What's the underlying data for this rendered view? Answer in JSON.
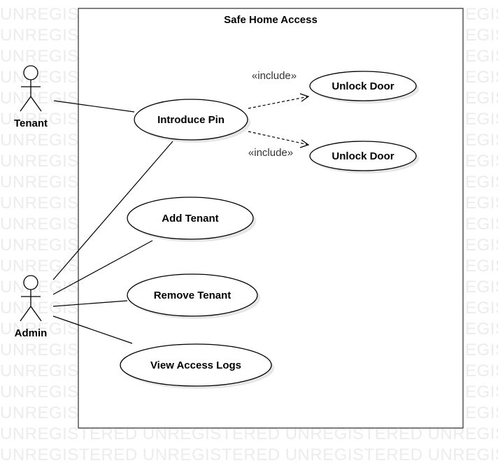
{
  "diagram": {
    "system_title": "Safe Home Access",
    "watermark": "UNREGISTERED",
    "actors": [
      {
        "id": "tenant",
        "label": "Tenant"
      },
      {
        "id": "admin",
        "label": "Admin"
      }
    ],
    "use_cases": [
      {
        "id": "introduce-pin",
        "label": "Introduce Pin"
      },
      {
        "id": "unlock-door-1",
        "label": "Unlock Door"
      },
      {
        "id": "unlock-door-2",
        "label": "Unlock Door"
      },
      {
        "id": "add-tenant",
        "label": "Add Tenant"
      },
      {
        "id": "remove-tenant",
        "label": "Remove Tenant"
      },
      {
        "id": "view-access-logs",
        "label": "View Access Logs"
      }
    ],
    "associations": [
      {
        "from": "tenant",
        "to": "introduce-pin"
      },
      {
        "from": "admin",
        "to": "introduce-pin"
      },
      {
        "from": "admin",
        "to": "add-tenant"
      },
      {
        "from": "admin",
        "to": "remove-tenant"
      },
      {
        "from": "admin",
        "to": "view-access-logs"
      }
    ],
    "includes": [
      {
        "from": "introduce-pin",
        "to": "unlock-door-1",
        "label": "«include»"
      },
      {
        "from": "introduce-pin",
        "to": "unlock-door-2",
        "label": "«include»"
      }
    ]
  }
}
